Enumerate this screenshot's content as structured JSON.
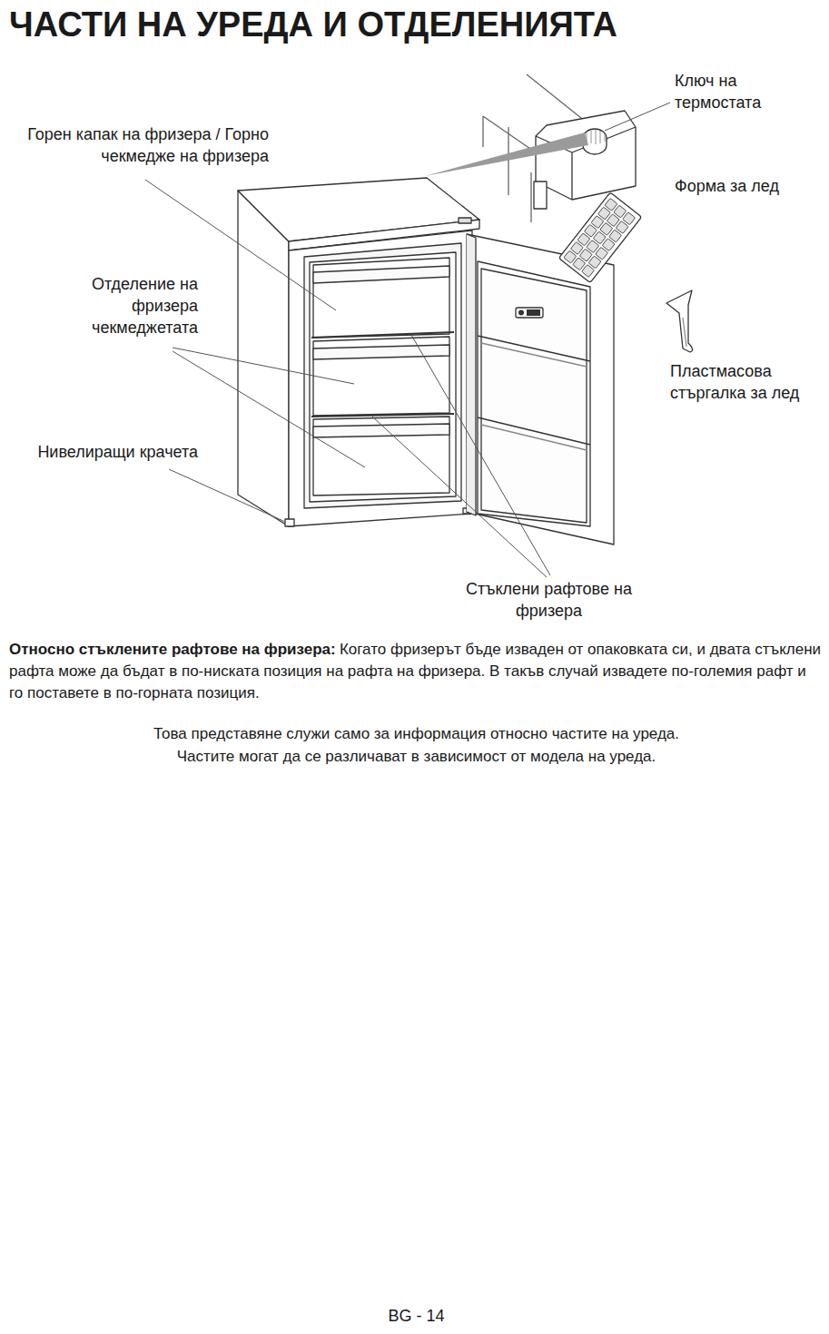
{
  "diagram": {
    "title": "ЧАСТИ НА УРЕДА И ОТДЕЛЕНИЯТА",
    "labels": [
      "Ключ на термостата",
      "Горен капак на фризера / Горно чекмедже на фризера",
      "Форма за лед",
      "Отделение на фризера чекмеджетата",
      "Пластмасова стъргалка за лед",
      "Нивелиращи крачета",
      "Стъклени рафтове на фризера",
      "Относно стъклените рафтове на фризера:",
      "Когато фризерът бъде изваден от опаковката си, и двата стъклени рафта може да бъдат в по-ниската позиция на рафта на фризера. В такъв случай извадете по-големия рафт и го поставете в по-горната позиция.",
      "Това представяне служи само за информация относно частите на уреда.",
      "Частите могат да се различават в зависимост от модела на уреда.",
      "BG - 14"
    ]
  }
}
